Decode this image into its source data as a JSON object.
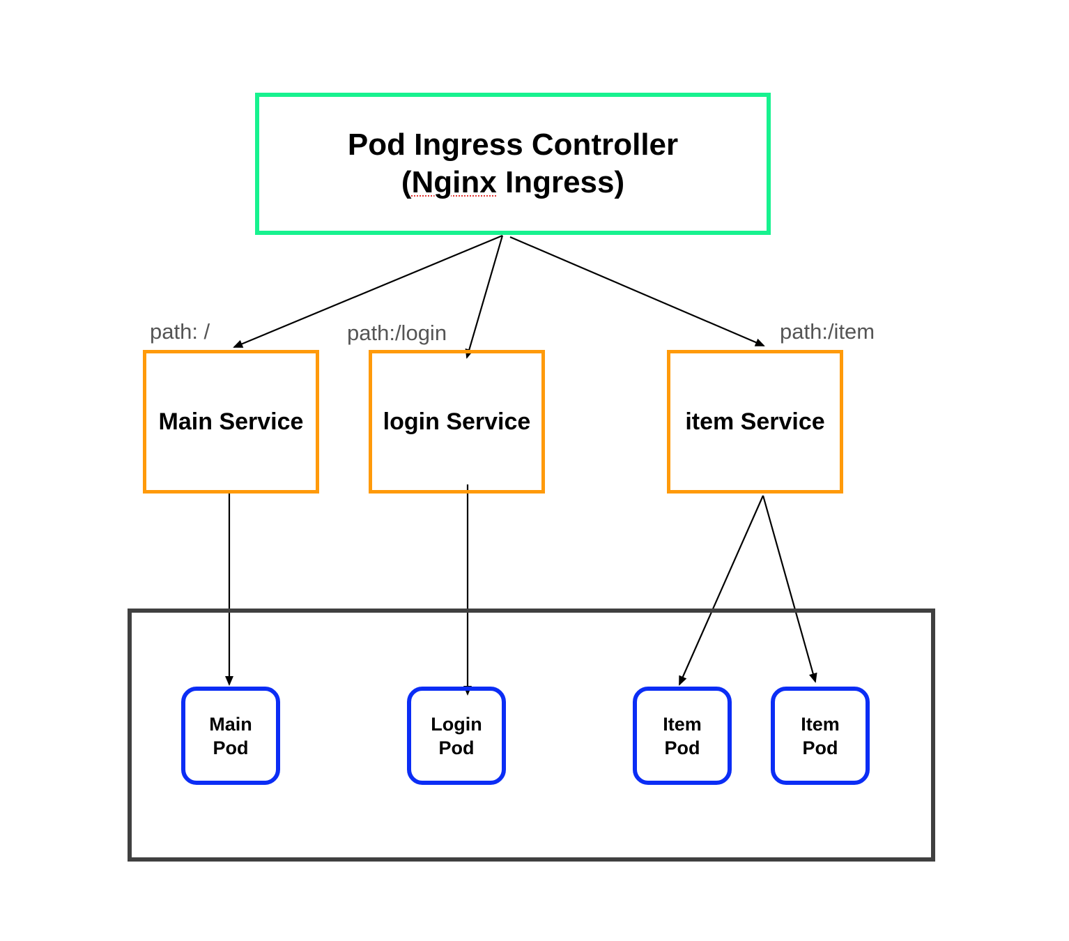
{
  "controller": {
    "line1": "Pod Ingress Controller",
    "line2_open": "(",
    "line2_word": "Nginx",
    "line2_rest": " Ingress)"
  },
  "services": {
    "main": "Main Service",
    "login": "login Service",
    "item": "item Service"
  },
  "paths": {
    "main": "path: /",
    "login": "path:/login",
    "item": "path:/item"
  },
  "pods": {
    "main": {
      "line1": "Main",
      "line2": "Pod"
    },
    "login": {
      "line1": "Login",
      "line2": "Pod"
    },
    "item_1": {
      "line1": "Item",
      "line2": "Pod"
    },
    "item_2": {
      "line1": "Item",
      "line2": "Pod"
    }
  },
  "colors": {
    "controller_border": "#17f28f",
    "service_border": "#ff9a0a",
    "pod_border": "#0b2df5",
    "cluster_border": "#404040",
    "edge": "#000000",
    "path_label": "#555555"
  }
}
